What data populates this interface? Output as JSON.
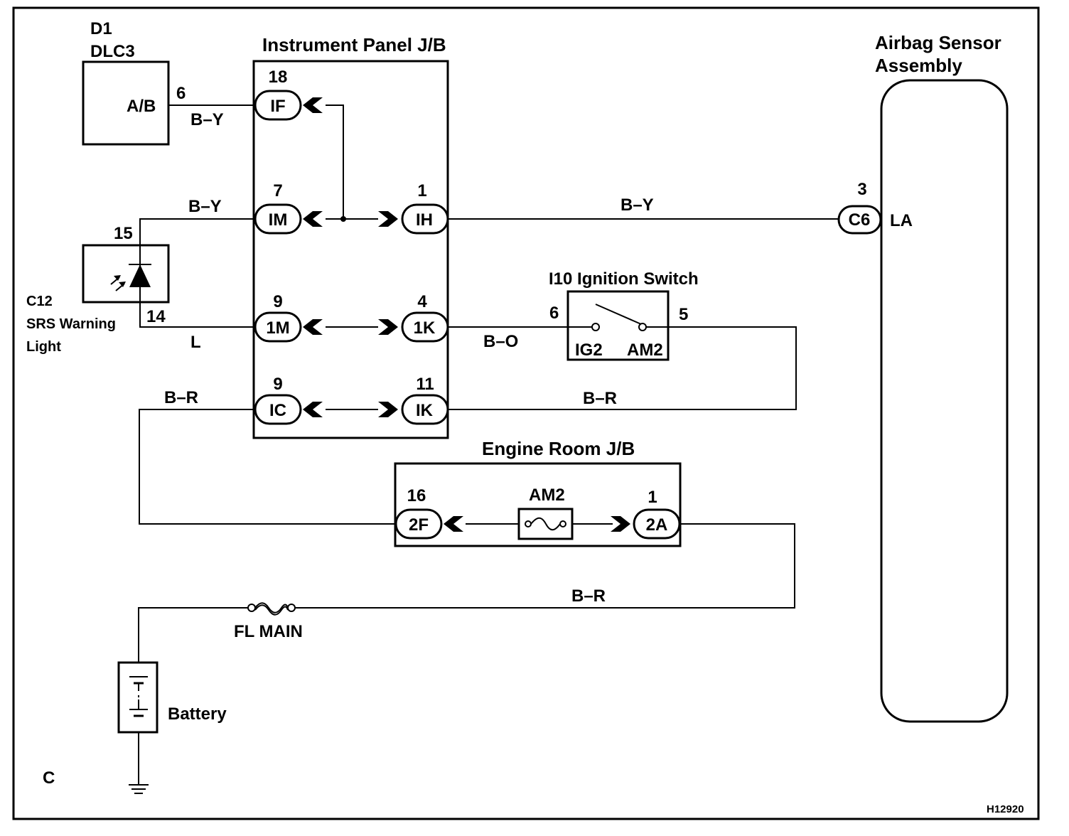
{
  "components": {
    "dlc3": {
      "code": "D1",
      "name": "DLC3",
      "pin_label": "A/B",
      "pin": "6"
    },
    "instrument_jb": {
      "title": "Instrument Panel J/B"
    },
    "airbag_sensor": {
      "title_line1": "Airbag Sensor",
      "title_line2": "Assembly",
      "connector": "C6",
      "pin": "3",
      "terminal": "LA"
    },
    "srs_light": {
      "code": "C12",
      "name_line1": "SRS Warning",
      "name_line2": "Light",
      "pin_top": "15",
      "pin_bottom": "14"
    },
    "ignition_switch": {
      "title": "I10 Ignition Switch",
      "pin_left": "6",
      "pin_right": "5",
      "term_left": "IG2",
      "term_right": "AM2"
    },
    "engine_jb": {
      "title": "Engine Room J/B",
      "fuse": "AM2"
    },
    "fl_main": {
      "label": "FL MAIN"
    },
    "battery": {
      "label": "Battery"
    }
  },
  "connectors": [
    {
      "id": "IF",
      "pin": "18"
    },
    {
      "id": "IM",
      "pin": "7"
    },
    {
      "id": "IH",
      "pin": "1"
    },
    {
      "id": "1M",
      "pin": "9"
    },
    {
      "id": "1K",
      "pin": "4"
    },
    {
      "id": "IC",
      "pin": "9"
    },
    {
      "id": "IK",
      "pin": "11"
    },
    {
      "id": "2F",
      "pin": "16"
    },
    {
      "id": "2A",
      "pin": "1"
    }
  ],
  "wires": {
    "dlc_to_if": "B–Y",
    "light_to_im": "B–Y",
    "ih_to_airbag": "B–Y",
    "light_to_1m": "L",
    "k1_to_switch": "B–O",
    "ik_to_switch": "B–R",
    "ic_to_2f": "B–R",
    "fl_to_2a": "B–R"
  },
  "footer": {
    "corner_label": "C",
    "figure_id": "H12920"
  }
}
